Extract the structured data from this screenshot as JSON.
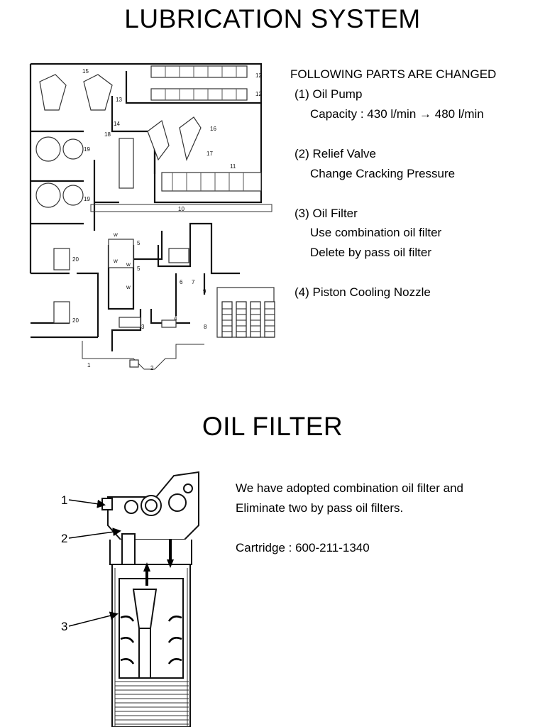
{
  "section1": {
    "title": "LUBRICATION SYSTEM",
    "diagram_labels": [
      "15",
      "12",
      "12",
      "13",
      "14",
      "16",
      "18",
      "19",
      "17",
      "11",
      "19",
      "10",
      "5",
      "5",
      "6",
      "7",
      "20",
      "9",
      "20",
      "3",
      "4",
      "8",
      "2",
      "1",
      "w",
      "w",
      "w",
      "w"
    ],
    "changes": {
      "heading": "FOLLOWING PARTS ARE CHANGED",
      "items": [
        {
          "title": "(1) Oil Pump",
          "detail": "Capacity : 430 l/min → 480 l/min"
        },
        {
          "title": "(2) Relief Valve",
          "detail": "Change Cracking Pressure"
        },
        {
          "title": "(3) Oil Filter",
          "detail": "Use combination oil filter",
          "detail2": "Delete by pass oil filter"
        },
        {
          "title": "(4) Piston Cooling Nozzle"
        }
      ]
    }
  },
  "section2": {
    "title": "OIL FILTER",
    "callouts": [
      "1",
      "2",
      "3"
    ],
    "description": {
      "line1": "We have adopted combination oil filter and",
      "line2": "Eliminate two by pass oil filters.",
      "cartridge": "Cartridge : 600-211-1340"
    }
  }
}
